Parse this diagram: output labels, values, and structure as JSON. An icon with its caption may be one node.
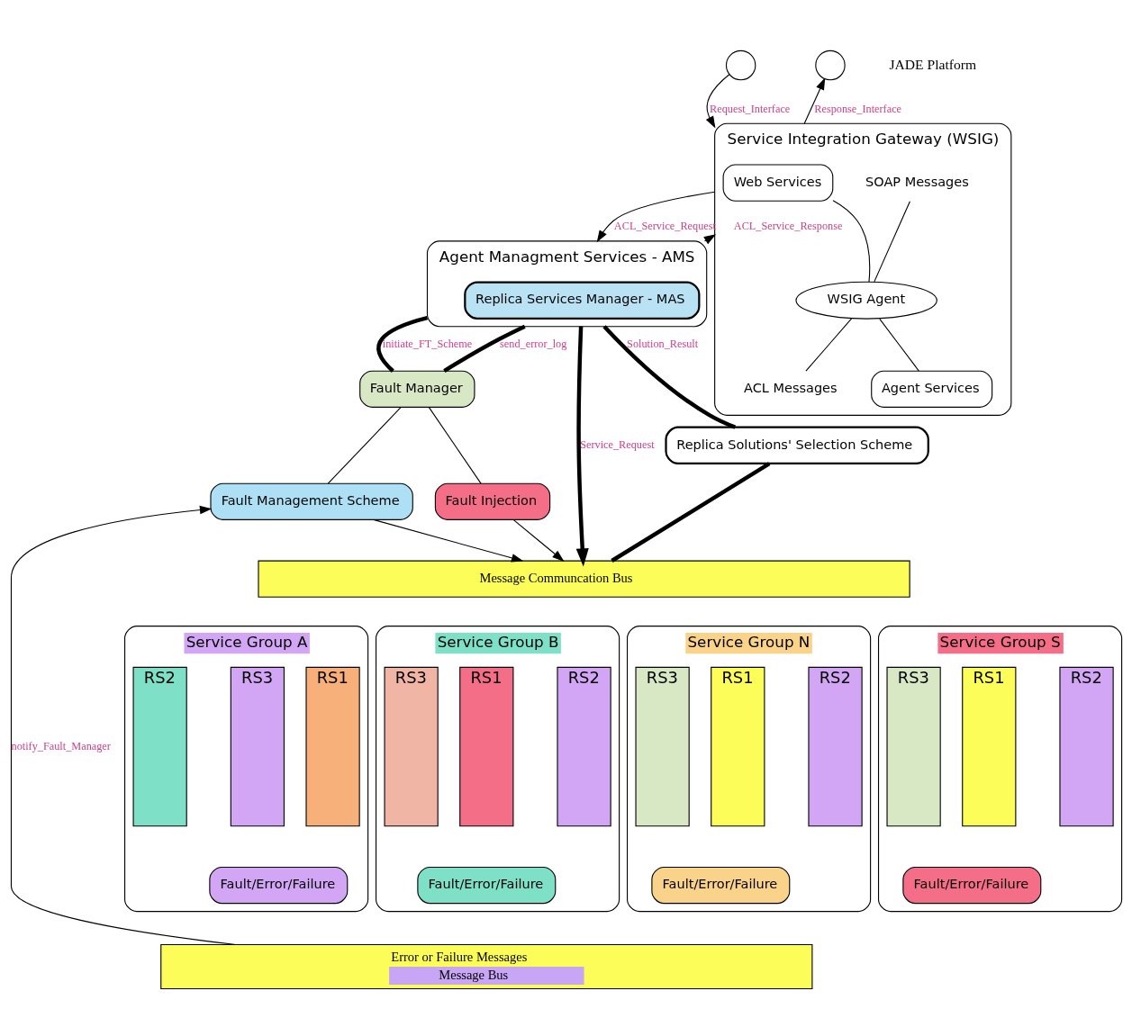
{
  "diagram": {
    "nodes": [
      {
        "text": [],
        "shape": "circle"
      },
      {
        "text": [],
        "shape": "circle"
      },
      {
        "text": [
          "Service Integration Gateway (WSIG)"
        ]
      },
      {
        "text": [
          "Web Services"
        ],
        "in": 2
      },
      {
        "text": [
          "SOAP Messages"
        ],
        "in": 2
      },
      {
        "text": [
          "WSIG Agent"
        ],
        "in": 2
      },
      {
        "text": [
          "Agent Services"
        ],
        "in": 2
      },
      {
        "text": [
          "ACL Messages"
        ],
        "in": 2
      },
      {
        "text": [
          "Agent Managment Services - AMS"
        ]
      },
      {
        "text": [
          "Replica Services Manager - MAS"
        ],
        "in": 8
      },
      {
        "text": [
          "Fault Manager"
        ]
      },
      {
        "text": [
          "Fault Management Scheme"
        ]
      },
      {
        "text": [
          "Fault Injection"
        ]
      },
      {
        "text": [
          "Replica Solutions' Selection Scheme"
        ]
      },
      {
        "text": [
          "Message Communcation Bus"
        ]
      },
      {
        "text": [
          "Service Group A"
        ]
      },
      {
        "text": [
          "RS1"
        ],
        "in": 15
      },
      {
        "text": [
          "RS2"
        ],
        "in": 15
      },
      {
        "text": [
          "RS3"
        ],
        "in": 15
      },
      {
        "text": [
          "Fault/Error/Failure"
        ],
        "in": 15
      },
      {
        "text": [
          "Service Group B"
        ]
      },
      {
        "text": [
          "RS1"
        ],
        "in": 20
      },
      {
        "text": [
          "RS2"
        ],
        "in": 20
      },
      {
        "text": [
          "RS3"
        ],
        "in": 20
      },
      {
        "text": [
          "Fault/Error/Failure"
        ],
        "in": 20
      },
      {
        "text": [
          "Service Group N"
        ]
      },
      {
        "text": [
          "RS1"
        ],
        "in": 25
      },
      {
        "text": [
          "RS2"
        ],
        "in": 25
      },
      {
        "text": [
          "RS3"
        ],
        "in": 25
      },
      {
        "text": [
          "Fault/Error/Failure"
        ],
        "in": 25
      },
      {
        "text": [
          "Service Group S"
        ]
      },
      {
        "text": [
          "RS1"
        ],
        "in": 30
      },
      {
        "text": [
          "RS2"
        ],
        "in": 30
      },
      {
        "text": [
          "RS3"
        ],
        "in": 30
      },
      {
        "text": [
          "Fault/Error/Failure"
        ],
        "in": 30
      },
      {
        "text": [
          "Error or Failure Messages",
          "Message Bus"
        ]
      }
    ],
    "edges": [
      {
        "from": 0,
        "to": 2,
        "arrow": "to",
        "label": "Request_Interface"
      },
      {
        "from": 2,
        "to": 1,
        "arrow": "to",
        "label": "Response_Interface"
      },
      {
        "from": 3,
        "to": 5,
        "arrow": "none"
      },
      {
        "from": 4,
        "to": 5,
        "arrow": "none"
      },
      {
        "from": 5,
        "to": 6,
        "arrow": "none"
      },
      {
        "from": 5,
        "to": 7,
        "arrow": "none"
      },
      {
        "from": 2,
        "to": 8,
        "arrow": "to",
        "label": "ACL_Service_Request"
      },
      {
        "from": 8,
        "to": 2,
        "arrow": "to",
        "label": "ACL_Service_Response"
      },
      {
        "from": 8,
        "to": 10,
        "arrow": "none",
        "label": "initiate_FT_Scheme",
        "style": "thick"
      },
      {
        "from": 8,
        "to": 10,
        "arrow": "none",
        "label": "send_error_log",
        "style": "thick"
      },
      {
        "from": 10,
        "to": 11,
        "arrow": "none"
      },
      {
        "from": 10,
        "to": 12,
        "arrow": "none"
      },
      {
        "from": 11,
        "to": 14,
        "arrow": "to"
      },
      {
        "from": 12,
        "to": 14,
        "arrow": "to"
      },
      {
        "from": 8,
        "to": 14,
        "arrow": "to",
        "label": "Service_Request",
        "style": "thick"
      },
      {
        "from": 8,
        "to": 13,
        "arrow": "none",
        "label": "Solution_Result",
        "style": "thick"
      },
      {
        "from": 13,
        "to": 14,
        "arrow": "none",
        "style": "thick"
      },
      {
        "from": 35,
        "to": 11,
        "arrow": "to",
        "label": "notify_Fault_Manager"
      }
    ],
    "labels": [
      "JADE Platform"
    ]
  }
}
